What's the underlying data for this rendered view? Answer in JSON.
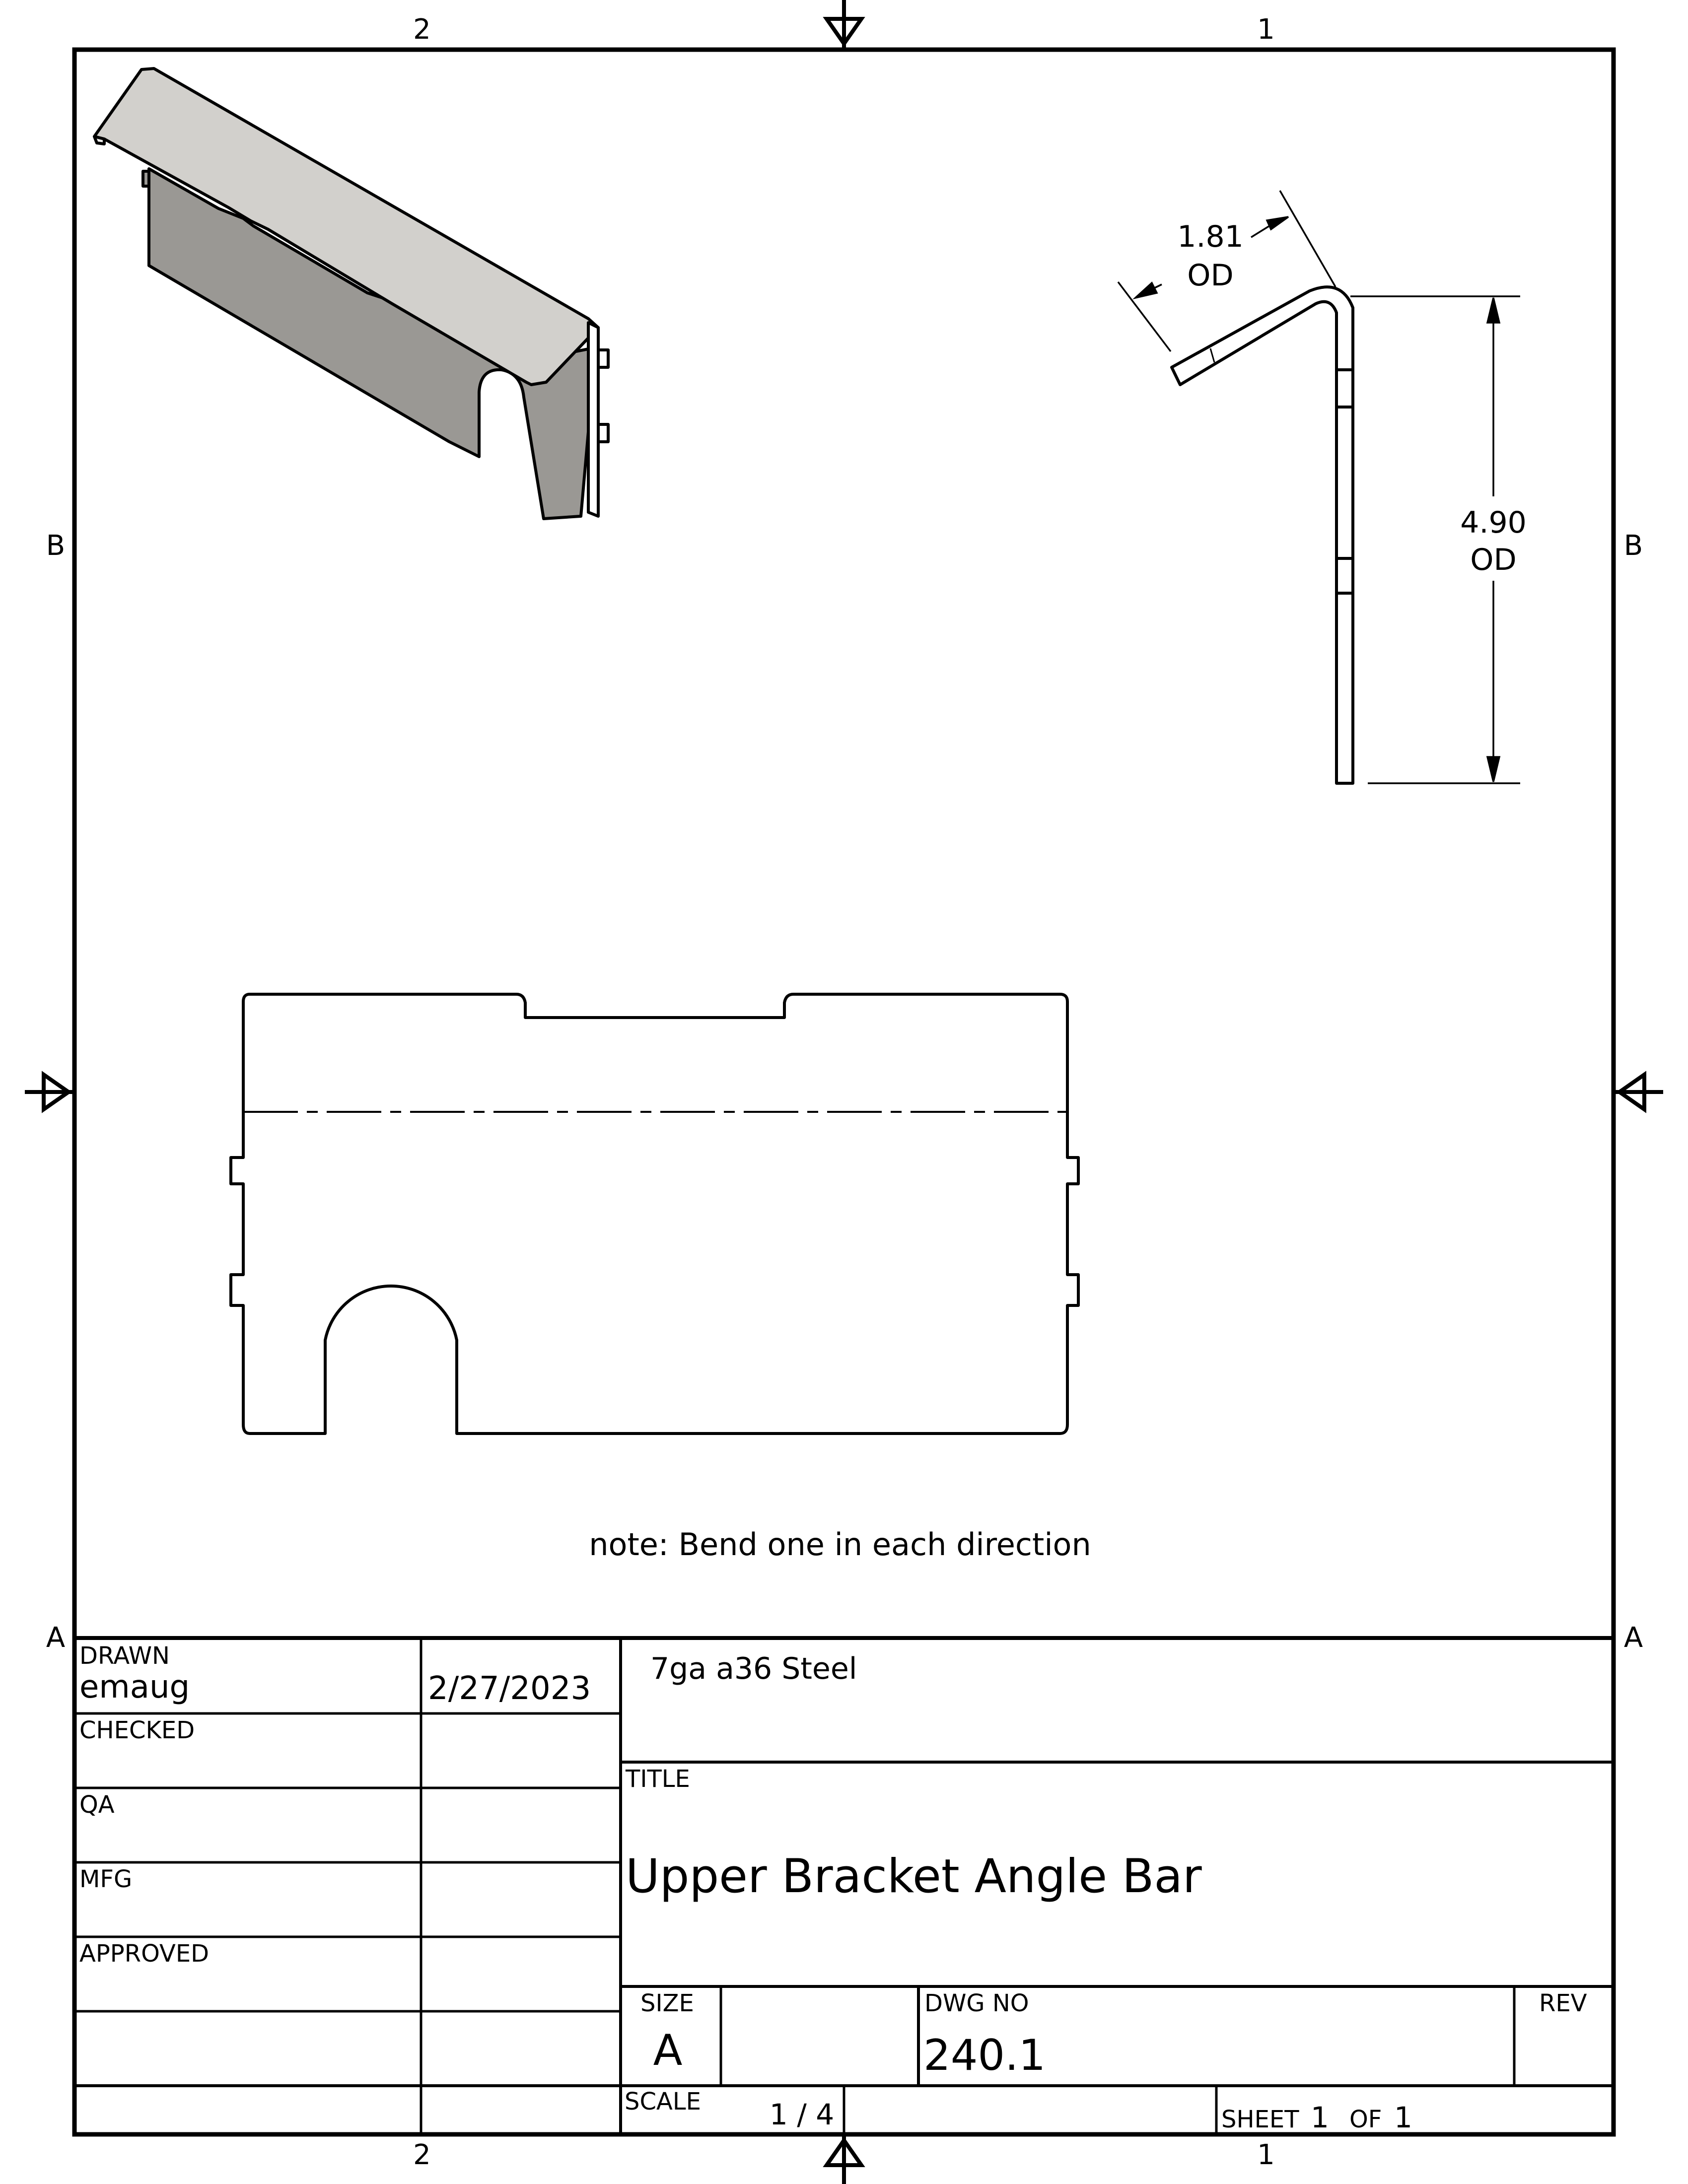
{
  "zones": {
    "col_left": "2",
    "col_right": "1",
    "row_top": "B",
    "row_bottom": "A"
  },
  "views": {
    "dim_short_value": "1.81",
    "dim_short_unit": "OD",
    "dim_long_value": "4.90",
    "dim_long_unit": "OD",
    "note": "note: Bend one in each direction"
  },
  "title_block": {
    "drawn_label": "DRAWN",
    "drawn_by": "emaug",
    "drawn_date": "2/27/2023",
    "checked_label": "CHECKED",
    "qa_label": "QA",
    "mfg_label": "MFG",
    "approved_label": "APPROVED",
    "material": "7ga a36 Steel",
    "title_label": "TITLE",
    "title": "Upper Bracket Angle Bar",
    "size_label": "SIZE",
    "size": "A",
    "dwg_no_label": "DWG NO",
    "dwg_no": "240.1",
    "rev_label": "REV",
    "scale_label": "SCALE",
    "scale": "1 / 4",
    "sheet_label": "SHEET",
    "sheet_num": "1",
    "of_label": "OF",
    "sheet_total": "1"
  },
  "colors": {
    "line": "#000000",
    "shade_top": "#d2d0cc",
    "shade_side": "#9a9894"
  }
}
